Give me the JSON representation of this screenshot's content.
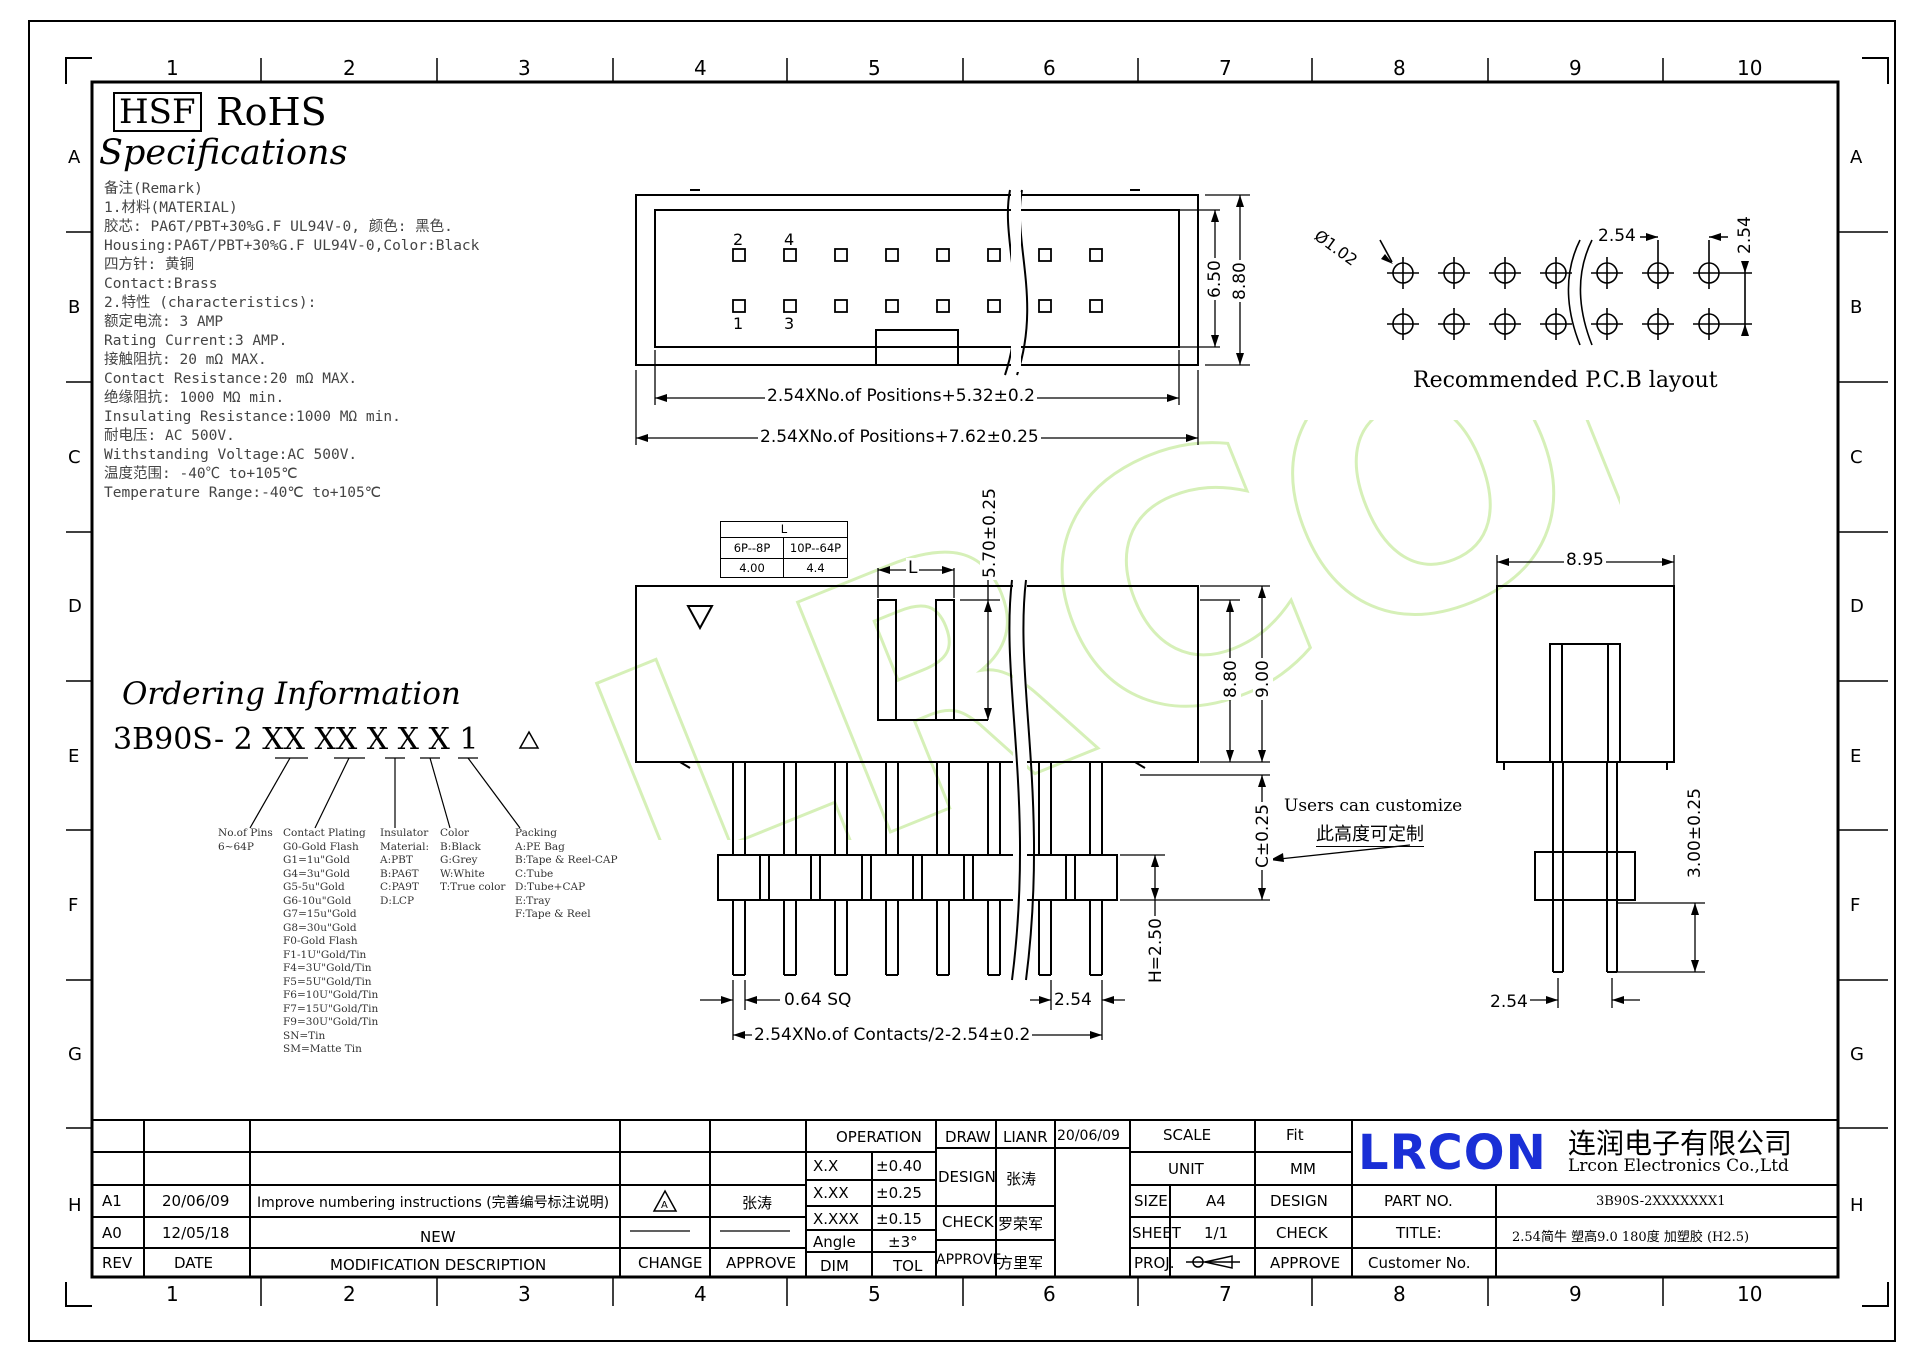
{
  "grid": {
    "columns": [
      "1",
      "2",
      "3",
      "4",
      "5",
      "6",
      "7",
      "8",
      "9",
      "10"
    ],
    "rows": [
      "A",
      "B",
      "C",
      "D",
      "E",
      "F",
      "G",
      "H"
    ]
  },
  "header": {
    "hsf": "HSF",
    "rohs": "RoHS",
    "specifications": "Specifications"
  },
  "remarks": [
    "备注(Remark)",
    "1.材料(MATERIAL)",
    "胶芯: PA6T/PBT+30%G.F UL94V-0, 颜色: 黑色.",
    "Housing:PA6T/PBT+30%G.F UL94V-0,Color:Black",
    "四方针: 黄铜",
    "Contact:Brass",
    "2.特性 (characteristics):",
    "额定电流: 3 AMP",
    "Rating Current:3 AMP.",
    "接触阻抗: 20 mΩ MAX.",
    "Contact Resistance:20 mΩ MAX.",
    "绝缘阻抗: 1000 MΩ min.",
    "Insulating Resistance:1000 MΩ  min.",
    "耐电压: AC 500V.",
    "Withstanding Voltage:AC 500V.",
    "温度范围: -40℃ to+105℃",
    "Temperature Range:-40℃ to+105℃"
  ],
  "top_view": {
    "pin_even_2": "2",
    "pin_even_4": "4",
    "pin_odd_1": "1",
    "pin_odd_3": "3",
    "dim_650": "6.50",
    "dim_880": "8.80",
    "dim_inner": "2.54XNo.of Positions+5.32±0.2",
    "dim_outer": "2.54XNo.of Positions+7.62±0.25"
  },
  "pcb": {
    "hole": "Ø1.02",
    "pitch_h": "2.54",
    "pitch_v": "2.54",
    "caption": "Recommended P.C.B layout"
  },
  "l_table": {
    "header": "L",
    "col1": "6P--8P",
    "col2": "10P--64P",
    "val1": "4.00",
    "val2": "4.4"
  },
  "front_view": {
    "l_label": "L",
    "dim_570": "5.70±0.25",
    "dim_880": "8.80",
    "dim_900": "9.00",
    "dim_c": "C±0.25",
    "dim_h": "H=2.50",
    "dim_064": "0.64 SQ",
    "dim_254": "2.54",
    "dim_contacts": "2.54XNo.of Contacts/2-2.54±0.2",
    "custom_en": "Users can customize",
    "custom_cn": "此高度可定制"
  },
  "side_view": {
    "dim_895": "8.95",
    "dim_300": "3.00±0.25",
    "dim_254": "2.54"
  },
  "ordering": {
    "title": "Ordering Information",
    "code": "3B90S- 2 XX XX X X X 1",
    "col_pins": [
      "No.of Pins",
      "6~64P"
    ],
    "col_plating": [
      "Contact Plating",
      "G0-Gold Flash",
      "G1=1u\"Gold",
      "G4=3u\"Gold",
      "G5-5u\"Gold",
      "G6-10u\"Gold",
      "G7=15u\"Gold",
      "G8=30u\"Gold",
      "F0-Gold Flash",
      "F1-1U\"Gold/Tin",
      "F4=3U\"Gold/Tin",
      "F5=5U\"Gold/Tin",
      "F6=10U\"Gold/Tin",
      "F7=15U\"Gold/Tin",
      "F9=30U\"Gold/Tin",
      "SN=Tin",
      "SM=Matte Tin"
    ],
    "col_insulator": [
      "Insulator",
      "Material:",
      "A:PBT",
      "B:PA6T",
      "C:PA9T",
      "D:LCP"
    ],
    "col_color": [
      "Color",
      "B:Black",
      "G:Grey",
      "W:White",
      "T:True color"
    ],
    "col_packing": [
      "Packing",
      "A:PE Bag",
      "B:Tape & Reel-CAP",
      "C:Tube",
      "D:Tube+CAP",
      "E:Tray",
      "F:Tape & Reel"
    ]
  },
  "title_block": {
    "rev_a1": "A1",
    "date_a1": "20/06/09",
    "desc_a1": "Improve numbering instructions (完善编号标注说明)",
    "approve_a1": "张涛",
    "rev_a0": "A0",
    "date_a0": "12/05/18",
    "desc_a0": "NEW",
    "h_rev": "REV",
    "h_date": "DATE",
    "h_desc": "MODIFICATION DESCRIPTION",
    "h_change": "CHANGE",
    "h_approve": "APPROVE",
    "operation": "OPERATION",
    "xx": "X.X",
    "xx_tol": "±0.40",
    "xxx": "X.XX",
    "xxx_tol": "±0.25",
    "xxxx": "X.XXX",
    "xxxx_tol": "±0.15",
    "angle": "Angle",
    "angle_tol": "±3°",
    "dim": "DIM",
    "tol": "TOL",
    "draw": "DRAW",
    "draw_name": "LIANR",
    "draw_date": "20/06/09",
    "design": "DESIGN",
    "design_name": "张涛",
    "check": "CHECK",
    "check_name": "罗荣军",
    "approve": "APPROVE",
    "approve_name": "方里军",
    "scale": "SCALE",
    "scale_val": "Fit",
    "unit": "UNIT",
    "unit_val": "MM",
    "size": "SIZE",
    "size_val": "A4",
    "sheet": "SHEET",
    "sheet_val": "1/1",
    "proj": "PROJ.",
    "design2": "DESIGN",
    "check2": "CHECK",
    "approve2": "APPROVE",
    "part_no": "PART NO.",
    "part_no_val": "3B90S-2XXXXXXX1",
    "title_lbl": "TITLE:",
    "title_val": "2.54简牛 塑高9.0 180度 加塑胶 (H2.5)",
    "customer_no": "Customer No.",
    "logo": "LRCON",
    "company_cn": "连润电子有限公司",
    "company_en": "Lrcon Electronics Co.,Ltd"
  },
  "colors": {
    "line": "#000000",
    "logo_blue": "#1a2fd6",
    "watermark": "#d6f0b8"
  }
}
